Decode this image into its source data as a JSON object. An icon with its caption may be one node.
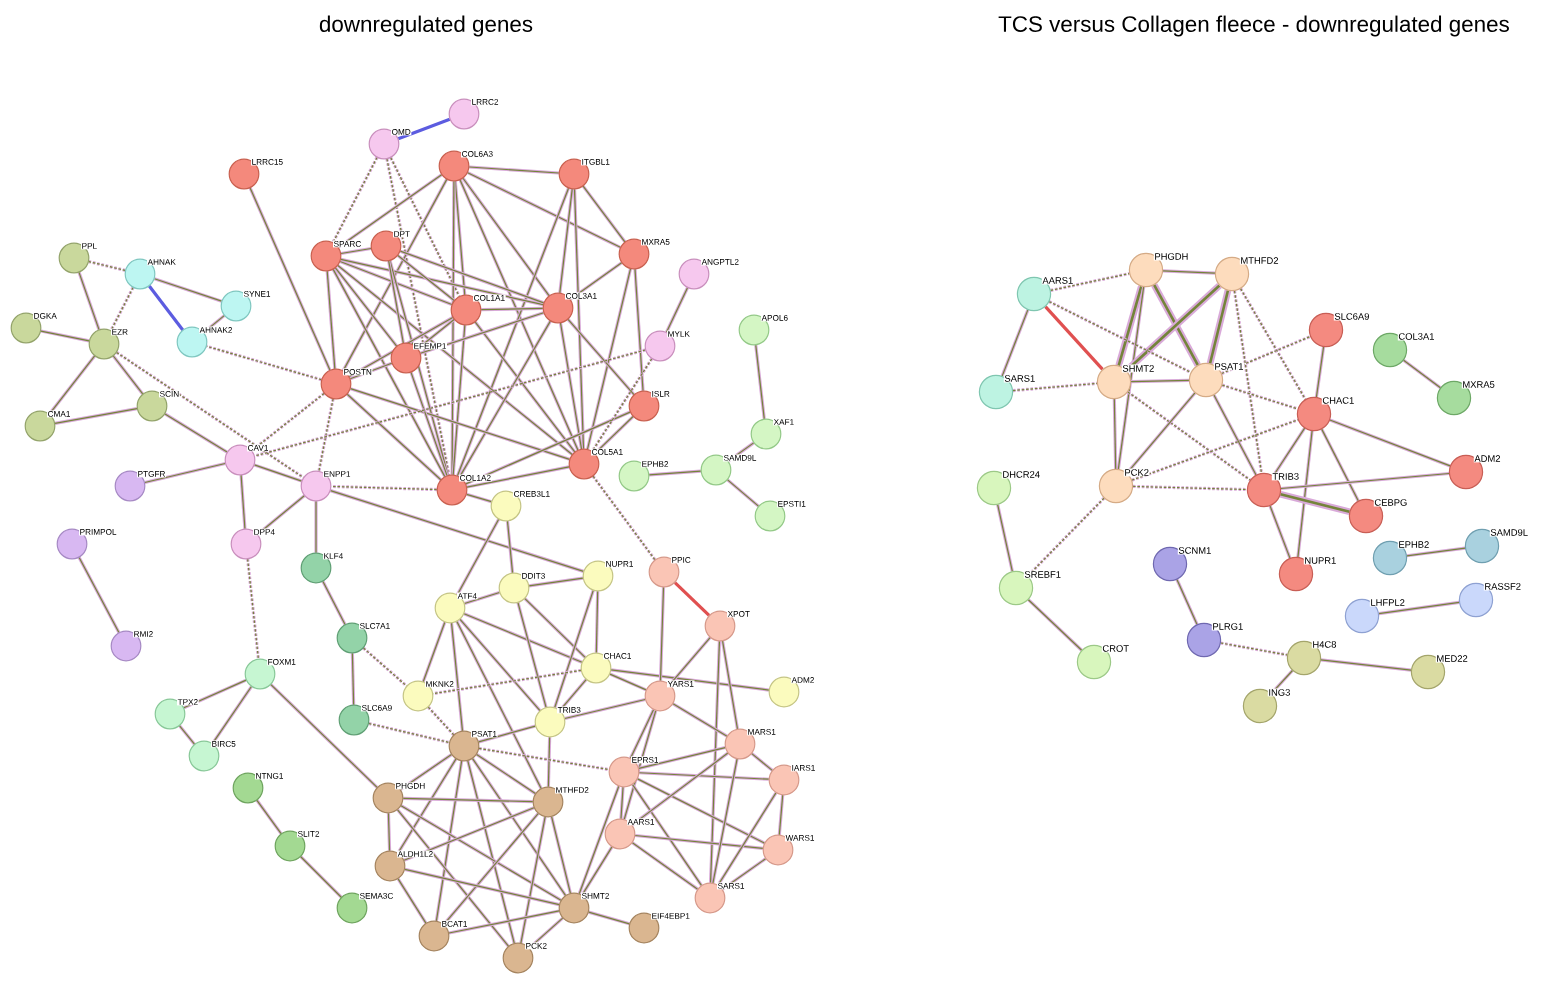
{
  "diagram": {
    "nodes": [
      {
        "text": [
          "LRRC2"
        ]
      },
      {
        "text": [
          "OMD"
        ]
      },
      {
        "text": [
          "COL6A3"
        ]
      },
      {
        "text": [
          "ITGBL1"
        ]
      },
      {
        "text": [
          "LRRC15"
        ]
      },
      {
        "text": [
          "SPARC"
        ]
      },
      {
        "text": [
          "DPT"
        ]
      },
      {
        "text": [
          "MXRA5"
        ]
      },
      {
        "text": [
          "ANGPTL2"
        ]
      },
      {
        "text": [
          "PPL"
        ]
      },
      {
        "text": [
          "AHNAK"
        ]
      },
      {
        "text": [
          "SYNE1"
        ]
      },
      {
        "text": [
          "COL1A1"
        ]
      },
      {
        "text": [
          "COL3A1"
        ]
      },
      {
        "text": [
          "APOL6"
        ]
      },
      {
        "text": [
          "DGKA"
        ]
      },
      {
        "text": [
          "EZR"
        ]
      },
      {
        "text": [
          "AHNAK2"
        ]
      },
      {
        "text": [
          "EFEMP1"
        ]
      },
      {
        "text": [
          "MYLK"
        ]
      },
      {
        "text": [
          "POSTN"
        ]
      },
      {
        "text": [
          "ISLR"
        ]
      },
      {
        "text": [
          "SCIN"
        ]
      },
      {
        "text": [
          "CMA1"
        ]
      },
      {
        "text": [
          "XAF1"
        ]
      },
      {
        "text": [
          "CAV1"
        ]
      },
      {
        "text": [
          "COL5A1"
        ]
      },
      {
        "text": [
          "SAMD9L"
        ]
      },
      {
        "text": [
          "EPHB2"
        ]
      },
      {
        "text": [
          "PTGFR"
        ]
      },
      {
        "text": [
          "ENPP1"
        ]
      },
      {
        "text": [
          "COL1A2"
        ]
      },
      {
        "text": [
          "CREB3L1"
        ]
      },
      {
        "text": [
          "EPSTI1"
        ]
      },
      {
        "text": [
          "PRIMPOL"
        ]
      },
      {
        "text": [
          "DPP4"
        ]
      },
      {
        "text": [
          "KLF4"
        ]
      },
      {
        "text": [
          "PPIC"
        ]
      },
      {
        "text": [
          "NUPR1"
        ]
      },
      {
        "text": [
          "DDIT3"
        ]
      },
      {
        "text": [
          "ATF4"
        ]
      },
      {
        "text": [
          "XPOT"
        ]
      },
      {
        "text": [
          "SLC7A1"
        ]
      },
      {
        "text": [
          "RMI2"
        ]
      },
      {
        "text": [
          "CHAC1"
        ]
      },
      {
        "text": [
          "FOXM1"
        ]
      },
      {
        "text": [
          "ADM2"
        ]
      },
      {
        "text": [
          "YARS1"
        ]
      },
      {
        "text": [
          "MKNK2"
        ]
      },
      {
        "text": [
          "TPX2"
        ]
      },
      {
        "text": [
          "SLC6A9"
        ]
      },
      {
        "text": [
          "TRIB3"
        ]
      },
      {
        "text": [
          "MARS1"
        ]
      },
      {
        "text": [
          "PSAT1"
        ]
      },
      {
        "text": [
          "BIRC5"
        ]
      },
      {
        "text": [
          "EPRS1"
        ]
      },
      {
        "text": [
          "IARS1"
        ]
      },
      {
        "text": [
          "NTNG1"
        ]
      },
      {
        "text": [
          "PHGDH"
        ]
      },
      {
        "text": [
          "MTHFD2"
        ]
      },
      {
        "text": [
          "AARS1"
        ]
      },
      {
        "text": [
          "SLIT2"
        ]
      },
      {
        "text": [
          "WARS1"
        ]
      },
      {
        "text": [
          "ALDH1L2"
        ]
      },
      {
        "text": [
          "SARS1"
        ]
      },
      {
        "text": [
          "SHMT2"
        ]
      },
      {
        "text": [
          "SEMA3C"
        ]
      },
      {
        "text": [
          "EIF4EBP1"
        ]
      },
      {
        "text": [
          "BCAT1"
        ]
      },
      {
        "text": [
          "PCK2"
        ]
      },
      {
        "text": [
          "PHGDH"
        ]
      },
      {
        "text": [
          "MTHFD2"
        ]
      },
      {
        "text": [
          "AARS1"
        ]
      },
      {
        "text": [
          "SLC6A9"
        ]
      },
      {
        "text": [
          "COL3A1"
        ]
      },
      {
        "text": [
          "SARS1"
        ]
      },
      {
        "text": [
          "SHMT2"
        ]
      },
      {
        "text": [
          "PSAT1"
        ]
      },
      {
        "text": [
          "MXRA5"
        ]
      },
      {
        "text": [
          "CHAC1"
        ]
      },
      {
        "text": [
          "ADM2"
        ]
      },
      {
        "text": [
          "DHCR24"
        ]
      },
      {
        "text": [
          "PCK2"
        ]
      },
      {
        "text": [
          "TRIB3"
        ]
      },
      {
        "text": [
          "CEBPG"
        ]
      },
      {
        "text": [
          "SAMD9L"
        ]
      },
      {
        "text": [
          "EPHB2"
        ]
      },
      {
        "text": [
          "SCNM1"
        ]
      },
      {
        "text": [
          "NUPR1"
        ]
      },
      {
        "text": [
          "SREBF1"
        ]
      },
      {
        "text": [
          "RASSF2"
        ]
      },
      {
        "text": [
          "LHFPL2"
        ]
      },
      {
        "text": [
          "PLRG1"
        ]
      },
      {
        "text": [
          "H4C8"
        ]
      },
      {
        "text": [
          "CROT"
        ]
      },
      {
        "text": [
          "MED22"
        ]
      },
      {
        "text": [
          "ING3"
        ]
      }
    ],
    "edges": [
      {
        "from": 1,
        "to": 0,
        "arrow": "none",
        "color": "#5c5ce0"
      },
      {
        "from": 1,
        "to": 5,
        "arrow": "none",
        "style": "dashed"
      },
      {
        "from": 1,
        "to": 12,
        "arrow": "none",
        "style": "dashed"
      },
      {
        "from": 1,
        "to": 31,
        "arrow": "none",
        "style": "dashed"
      },
      {
        "from": 4,
        "to": 20,
        "arrow": "none"
      },
      {
        "from": 2,
        "to": 3,
        "arrow": "none"
      },
      {
        "from": 2,
        "to": 5,
        "arrow": "none"
      },
      {
        "from": 2,
        "to": 7,
        "arrow": "none"
      },
      {
        "from": 2,
        "to": 12,
        "arrow": "none"
      },
      {
        "from": 2,
        "to": 13,
        "arrow": "none"
      },
      {
        "from": 2,
        "to": 26,
        "arrow": "none"
      },
      {
        "from": 2,
        "to": 31,
        "arrow": "none"
      },
      {
        "from": 2,
        "to": 20,
        "arrow": "none"
      },
      {
        "from": 3,
        "to": 7,
        "arrow": "none"
      },
      {
        "from": 3,
        "to": 13,
        "arrow": "none"
      },
      {
        "from": 3,
        "to": 31,
        "arrow": "none"
      },
      {
        "from": 3,
        "to": 26,
        "arrow": "none"
      },
      {
        "from": 5,
        "to": 6,
        "arrow": "none"
      },
      {
        "from": 5,
        "to": 12,
        "arrow": "none"
      },
      {
        "from": 5,
        "to": 13,
        "arrow": "none"
      },
      {
        "from": 5,
        "to": 26,
        "arrow": "none"
      },
      {
        "from": 5,
        "to": 31,
        "arrow": "none"
      },
      {
        "from": 5,
        "to": 20,
        "arrow": "none"
      },
      {
        "from": 5,
        "to": 18,
        "arrow": "none"
      },
      {
        "from": 6,
        "to": 12,
        "arrow": "none"
      },
      {
        "from": 6,
        "to": 13,
        "arrow": "none"
      },
      {
        "from": 6,
        "to": 31,
        "arrow": "none"
      },
      {
        "from": 6,
        "to": 18,
        "arrow": "none"
      },
      {
        "from": 7,
        "to": 13,
        "arrow": "none"
      },
      {
        "from": 7,
        "to": 26,
        "arrow": "none"
      },
      {
        "from": 7,
        "to": 21,
        "arrow": "none"
      },
      {
        "from": 8,
        "to": 19,
        "arrow": "none"
      },
      {
        "from": 12,
        "to": 13,
        "arrow": "none"
      },
      {
        "from": 12,
        "to": 26,
        "arrow": "none"
      },
      {
        "from": 12,
        "to": 31,
        "arrow": "none"
      },
      {
        "from": 12,
        "to": 20,
        "arrow": "none"
      },
      {
        "from": 12,
        "to": 18,
        "arrow": "none"
      },
      {
        "from": 13,
        "to": 26,
        "arrow": "none"
      },
      {
        "from": 13,
        "to": 31,
        "arrow": "none"
      },
      {
        "from": 13,
        "to": 21,
        "arrow": "none"
      },
      {
        "from": 13,
        "to": 18,
        "arrow": "none"
      },
      {
        "from": 26,
        "to": 31,
        "arrow": "none"
      },
      {
        "from": 26,
        "to": 20,
        "arrow": "none"
      },
      {
        "from": 26,
        "to": 21,
        "arrow": "none"
      },
      {
        "from": 26,
        "to": 37,
        "arrow": "none",
        "style": "dashed"
      },
      {
        "from": 31,
        "to": 20,
        "arrow": "none"
      },
      {
        "from": 31,
        "to": 18,
        "arrow": "none"
      },
      {
        "from": 31,
        "to": 21,
        "arrow": "none"
      },
      {
        "from": 31,
        "to": 30,
        "arrow": "none",
        "style": "dashed"
      },
      {
        "from": 31,
        "to": 32,
        "arrow": "none"
      },
      {
        "from": 20,
        "to": 18,
        "arrow": "none"
      },
      {
        "from": 20,
        "to": 30,
        "arrow": "none",
        "style": "dashed"
      },
      {
        "from": 20,
        "to": 17,
        "arrow": "none",
        "style": "dashed"
      },
      {
        "from": 20,
        "to": 25,
        "arrow": "none",
        "style": "dashed"
      },
      {
        "from": 19,
        "to": 25,
        "arrow": "none",
        "style": "dashed"
      },
      {
        "from": 19,
        "to": 26,
        "arrow": "none",
        "style": "dashed"
      },
      {
        "from": 10,
        "to": 9,
        "arrow": "none",
        "style": "dashed"
      },
      {
        "from": 10,
        "to": 17,
        "arrow": "none",
        "color": "#5c5ce0"
      },
      {
        "from": 10,
        "to": 11,
        "arrow": "none"
      },
      {
        "from": 10,
        "to": 16,
        "arrow": "none",
        "style": "dashed"
      },
      {
        "from": 11,
        "to": 17,
        "arrow": "none"
      },
      {
        "from": 9,
        "to": 16,
        "arrow": "none"
      },
      {
        "from": 15,
        "to": 16,
        "arrow": "none"
      },
      {
        "from": 16,
        "to": 23,
        "arrow": "none"
      },
      {
        "from": 16,
        "to": 22,
        "arrow": "none"
      },
      {
        "from": 23,
        "to": 22,
        "arrow": "none"
      },
      {
        "from": 22,
        "to": 25,
        "arrow": "none"
      },
      {
        "from": 16,
        "to": 30,
        "arrow": "none",
        "style": "dashed"
      },
      {
        "from": 25,
        "to": 29,
        "arrow": "none"
      },
      {
        "from": 25,
        "to": 30,
        "arrow": "none"
      },
      {
        "from": 25,
        "to": 35,
        "arrow": "none"
      },
      {
        "from": 35,
        "to": 45,
        "arrow": "none",
        "style": "dashed"
      },
      {
        "from": 30,
        "to": 35,
        "arrow": "none"
      },
      {
        "from": 30,
        "to": 36,
        "arrow": "none"
      },
      {
        "from": 30,
        "to": 38,
        "arrow": "none"
      },
      {
        "from": 34,
        "to": 43,
        "arrow": "none"
      },
      {
        "from": 45,
        "to": 49,
        "arrow": "none"
      },
      {
        "from": 45,
        "to": 54,
        "arrow": "none"
      },
      {
        "from": 49,
        "to": 54,
        "arrow": "none"
      },
      {
        "from": 45,
        "to": 58,
        "arrow": "none"
      },
      {
        "from": 57,
        "to": 61,
        "arrow": "none"
      },
      {
        "from": 61,
        "to": 66,
        "arrow": "none"
      },
      {
        "from": 36,
        "to": 42,
        "arrow": "none"
      },
      {
        "from": 42,
        "to": 48,
        "arrow": "none",
        "style": "dashed"
      },
      {
        "from": 42,
        "to": 50,
        "arrow": "none"
      },
      {
        "from": 32,
        "to": 40,
        "arrow": "none"
      },
      {
        "from": 32,
        "to": 39,
        "arrow": "none"
      },
      {
        "from": 40,
        "to": 39,
        "arrow": "none"
      },
      {
        "from": 40,
        "to": 44,
        "arrow": "none"
      },
      {
        "from": 40,
        "to": 51,
        "arrow": "none"
      },
      {
        "from": 40,
        "to": 48,
        "arrow": "none"
      },
      {
        "from": 40,
        "to": 53,
        "arrow": "none"
      },
      {
        "from": 40,
        "to": 59,
        "arrow": "none"
      },
      {
        "from": 39,
        "to": 38,
        "arrow": "none"
      },
      {
        "from": 39,
        "to": 44,
        "arrow": "none"
      },
      {
        "from": 39,
        "to": 51,
        "arrow": "none"
      },
      {
        "from": 38,
        "to": 44,
        "arrow": "none"
      },
      {
        "from": 38,
        "to": 51,
        "arrow": "none"
      },
      {
        "from": 44,
        "to": 51,
        "arrow": "none"
      },
      {
        "from": 44,
        "to": 46,
        "arrow": "none"
      },
      {
        "from": 44,
        "to": 48,
        "arrow": "none",
        "style": "dashed"
      },
      {
        "from": 44,
        "to": 47,
        "arrow": "none"
      },
      {
        "from": 37,
        "to": 41,
        "arrow": "none",
        "color": "#e05050"
      },
      {
        "from": 37,
        "to": 47,
        "arrow": "none"
      },
      {
        "from": 41,
        "to": 47,
        "arrow": "none"
      },
      {
        "from": 41,
        "to": 52,
        "arrow": "none"
      },
      {
        "from": 41,
        "to": 64,
        "arrow": "none"
      },
      {
        "from": 51,
        "to": 53,
        "arrow": "none"
      },
      {
        "from": 51,
        "to": 47,
        "arrow": "none"
      },
      {
        "from": 51,
        "to": 59,
        "arrow": "none"
      },
      {
        "from": 48,
        "to": 53,
        "arrow": "none",
        "style": "dashed"
      },
      {
        "from": 50,
        "to": 53,
        "arrow": "none",
        "style": "dashed"
      },
      {
        "from": 53,
        "to": 58,
        "arrow": "none"
      },
      {
        "from": 53,
        "to": 59,
        "arrow": "none"
      },
      {
        "from": 53,
        "to": 65,
        "arrow": "none"
      },
      {
        "from": 53,
        "to": 63,
        "arrow": "none"
      },
      {
        "from": 53,
        "to": 68,
        "arrow": "none"
      },
      {
        "from": 53,
        "to": 69,
        "arrow": "none"
      },
      {
        "from": 53,
        "to": 55,
        "arrow": "none",
        "style": "dashed"
      },
      {
        "from": 58,
        "to": 59,
        "arrow": "none"
      },
      {
        "from": 58,
        "to": 63,
        "arrow": "none"
      },
      {
        "from": 58,
        "to": 65,
        "arrow": "none"
      },
      {
        "from": 58,
        "to": 69,
        "arrow": "none"
      },
      {
        "from": 59,
        "to": 63,
        "arrow": "none"
      },
      {
        "from": 59,
        "to": 65,
        "arrow": "none"
      },
      {
        "from": 59,
        "to": 69,
        "arrow": "none"
      },
      {
        "from": 59,
        "to": 68,
        "arrow": "none"
      },
      {
        "from": 63,
        "to": 65,
        "arrow": "none"
      },
      {
        "from": 63,
        "to": 68,
        "arrow": "none"
      },
      {
        "from": 65,
        "to": 68,
        "arrow": "none"
      },
      {
        "from": 65,
        "to": 69,
        "arrow": "none"
      },
      {
        "from": 65,
        "to": 67,
        "arrow": "none"
      },
      {
        "from": 65,
        "to": 60,
        "arrow": "none"
      },
      {
        "from": 65,
        "to": 55,
        "arrow": "none"
      },
      {
        "from": 47,
        "to": 55,
        "arrow": "none"
      },
      {
        "from": 47,
        "to": 52,
        "arrow": "none"
      },
      {
        "from": 47,
        "to": 60,
        "arrow": "none"
      },
      {
        "from": 55,
        "to": 52,
        "arrow": "none"
      },
      {
        "from": 55,
        "to": 60,
        "arrow": "none"
      },
      {
        "from": 55,
        "to": 64,
        "arrow": "none"
      },
      {
        "from": 55,
        "to": 56,
        "arrow": "none"
      },
      {
        "from": 55,
        "to": 62,
        "arrow": "none"
      },
      {
        "from": 60,
        "to": 64,
        "arrow": "none"
      },
      {
        "from": 60,
        "to": 52,
        "arrow": "none"
      },
      {
        "from": 60,
        "to": 62,
        "arrow": "none"
      },
      {
        "from": 52,
        "to": 56,
        "arrow": "none"
      },
      {
        "from": 52,
        "to": 64,
        "arrow": "none"
      },
      {
        "from": 56,
        "to": 62,
        "arrow": "none"
      },
      {
        "from": 62,
        "to": 64,
        "arrow": "none"
      },
      {
        "from": 56,
        "to": 64,
        "arrow": "none"
      },
      {
        "from": 28,
        "to": 27,
        "arrow": "none"
      },
      {
        "from": 14,
        "to": 24,
        "arrow": "none"
      },
      {
        "from": 27,
        "to": 24,
        "arrow": "none"
      },
      {
        "from": 27,
        "to": 33,
        "arrow": "none"
      },
      {
        "from": 70,
        "to": 71,
        "arrow": "none"
      },
      {
        "from": 70,
        "to": 76,
        "arrow": "none",
        "style": "thick"
      },
      {
        "from": 70,
        "to": 77,
        "arrow": "none",
        "style": "thick"
      },
      {
        "from": 70,
        "to": 82,
        "arrow": "none"
      },
      {
        "from": 71,
        "to": 76,
        "arrow": "none",
        "style": "thick"
      },
      {
        "from": 71,
        "to": 77,
        "arrow": "none",
        "style": "thick"
      },
      {
        "from": 71,
        "to": 83,
        "arrow": "none",
        "style": "dashed"
      },
      {
        "from": 71,
        "to": 79,
        "arrow": "none",
        "style": "dashed"
      },
      {
        "from": 75,
        "to": 76,
        "arrow": "none",
        "style": "dashed"
      },
      {
        "from": 72,
        "to": 75,
        "arrow": "none"
      },
      {
        "from": 72,
        "to": 70,
        "arrow": "none",
        "style": "dashed"
      },
      {
        "from": 72,
        "to": 76,
        "arrow": "none",
        "color": "#e05050"
      },
      {
        "from": 72,
        "to": 77,
        "arrow": "none",
        "style": "dashed"
      },
      {
        "from": 76,
        "to": 77,
        "arrow": "none"
      },
      {
        "from": 76,
        "to": 82,
        "arrow": "none"
      },
      {
        "from": 76,
        "to": 83,
        "arrow": "none",
        "style": "dashed"
      },
      {
        "from": 77,
        "to": 82,
        "arrow": "none"
      },
      {
        "from": 77,
        "to": 73,
        "arrow": "none",
        "style": "dashed"
      },
      {
        "from": 77,
        "to": 79,
        "arrow": "none",
        "style": "dashed"
      },
      {
        "from": 77,
        "to": 83,
        "arrow": "none"
      },
      {
        "from": 82,
        "to": 83,
        "arrow": "none",
        "style": "dashed"
      },
      {
        "from": 82,
        "to": 79,
        "arrow": "none",
        "style": "dashed"
      },
      {
        "from": 82,
        "to": 89,
        "arrow": "none",
        "style": "dashed"
      },
      {
        "from": 73,
        "to": 79,
        "arrow": "none"
      },
      {
        "from": 79,
        "to": 83,
        "arrow": "none"
      },
      {
        "from": 79,
        "to": 80,
        "arrow": "none"
      },
      {
        "from": 79,
        "to": 84,
        "arrow": "none"
      },
      {
        "from": 79,
        "to": 88,
        "arrow": "none"
      },
      {
        "from": 83,
        "to": 80,
        "arrow": "none"
      },
      {
        "from": 83,
        "to": 84,
        "arrow": "none",
        "style": "thick"
      },
      {
        "from": 83,
        "to": 88,
        "arrow": "none"
      },
      {
        "from": 74,
        "to": 78,
        "arrow": "none"
      },
      {
        "from": 81,
        "to": 89,
        "arrow": "none"
      },
      {
        "from": 89,
        "to": 94,
        "arrow": "none"
      },
      {
        "from": 87,
        "to": 92,
        "arrow": "none"
      },
      {
        "from": 92,
        "to": 93,
        "arrow": "none",
        "style": "dashed"
      },
      {
        "from": 93,
        "to": 95,
        "arrow": "none"
      },
      {
        "from": 93,
        "to": 96,
        "arrow": "none"
      },
      {
        "from": 86,
        "to": 85,
        "arrow": "none"
      },
      {
        "from": 91,
        "to": 90,
        "arrow": "none"
      }
    ],
    "labels": [
      "downregulated genes",
      "TCS versus Collagen fleece - downregulated genes"
    ]
  }
}
